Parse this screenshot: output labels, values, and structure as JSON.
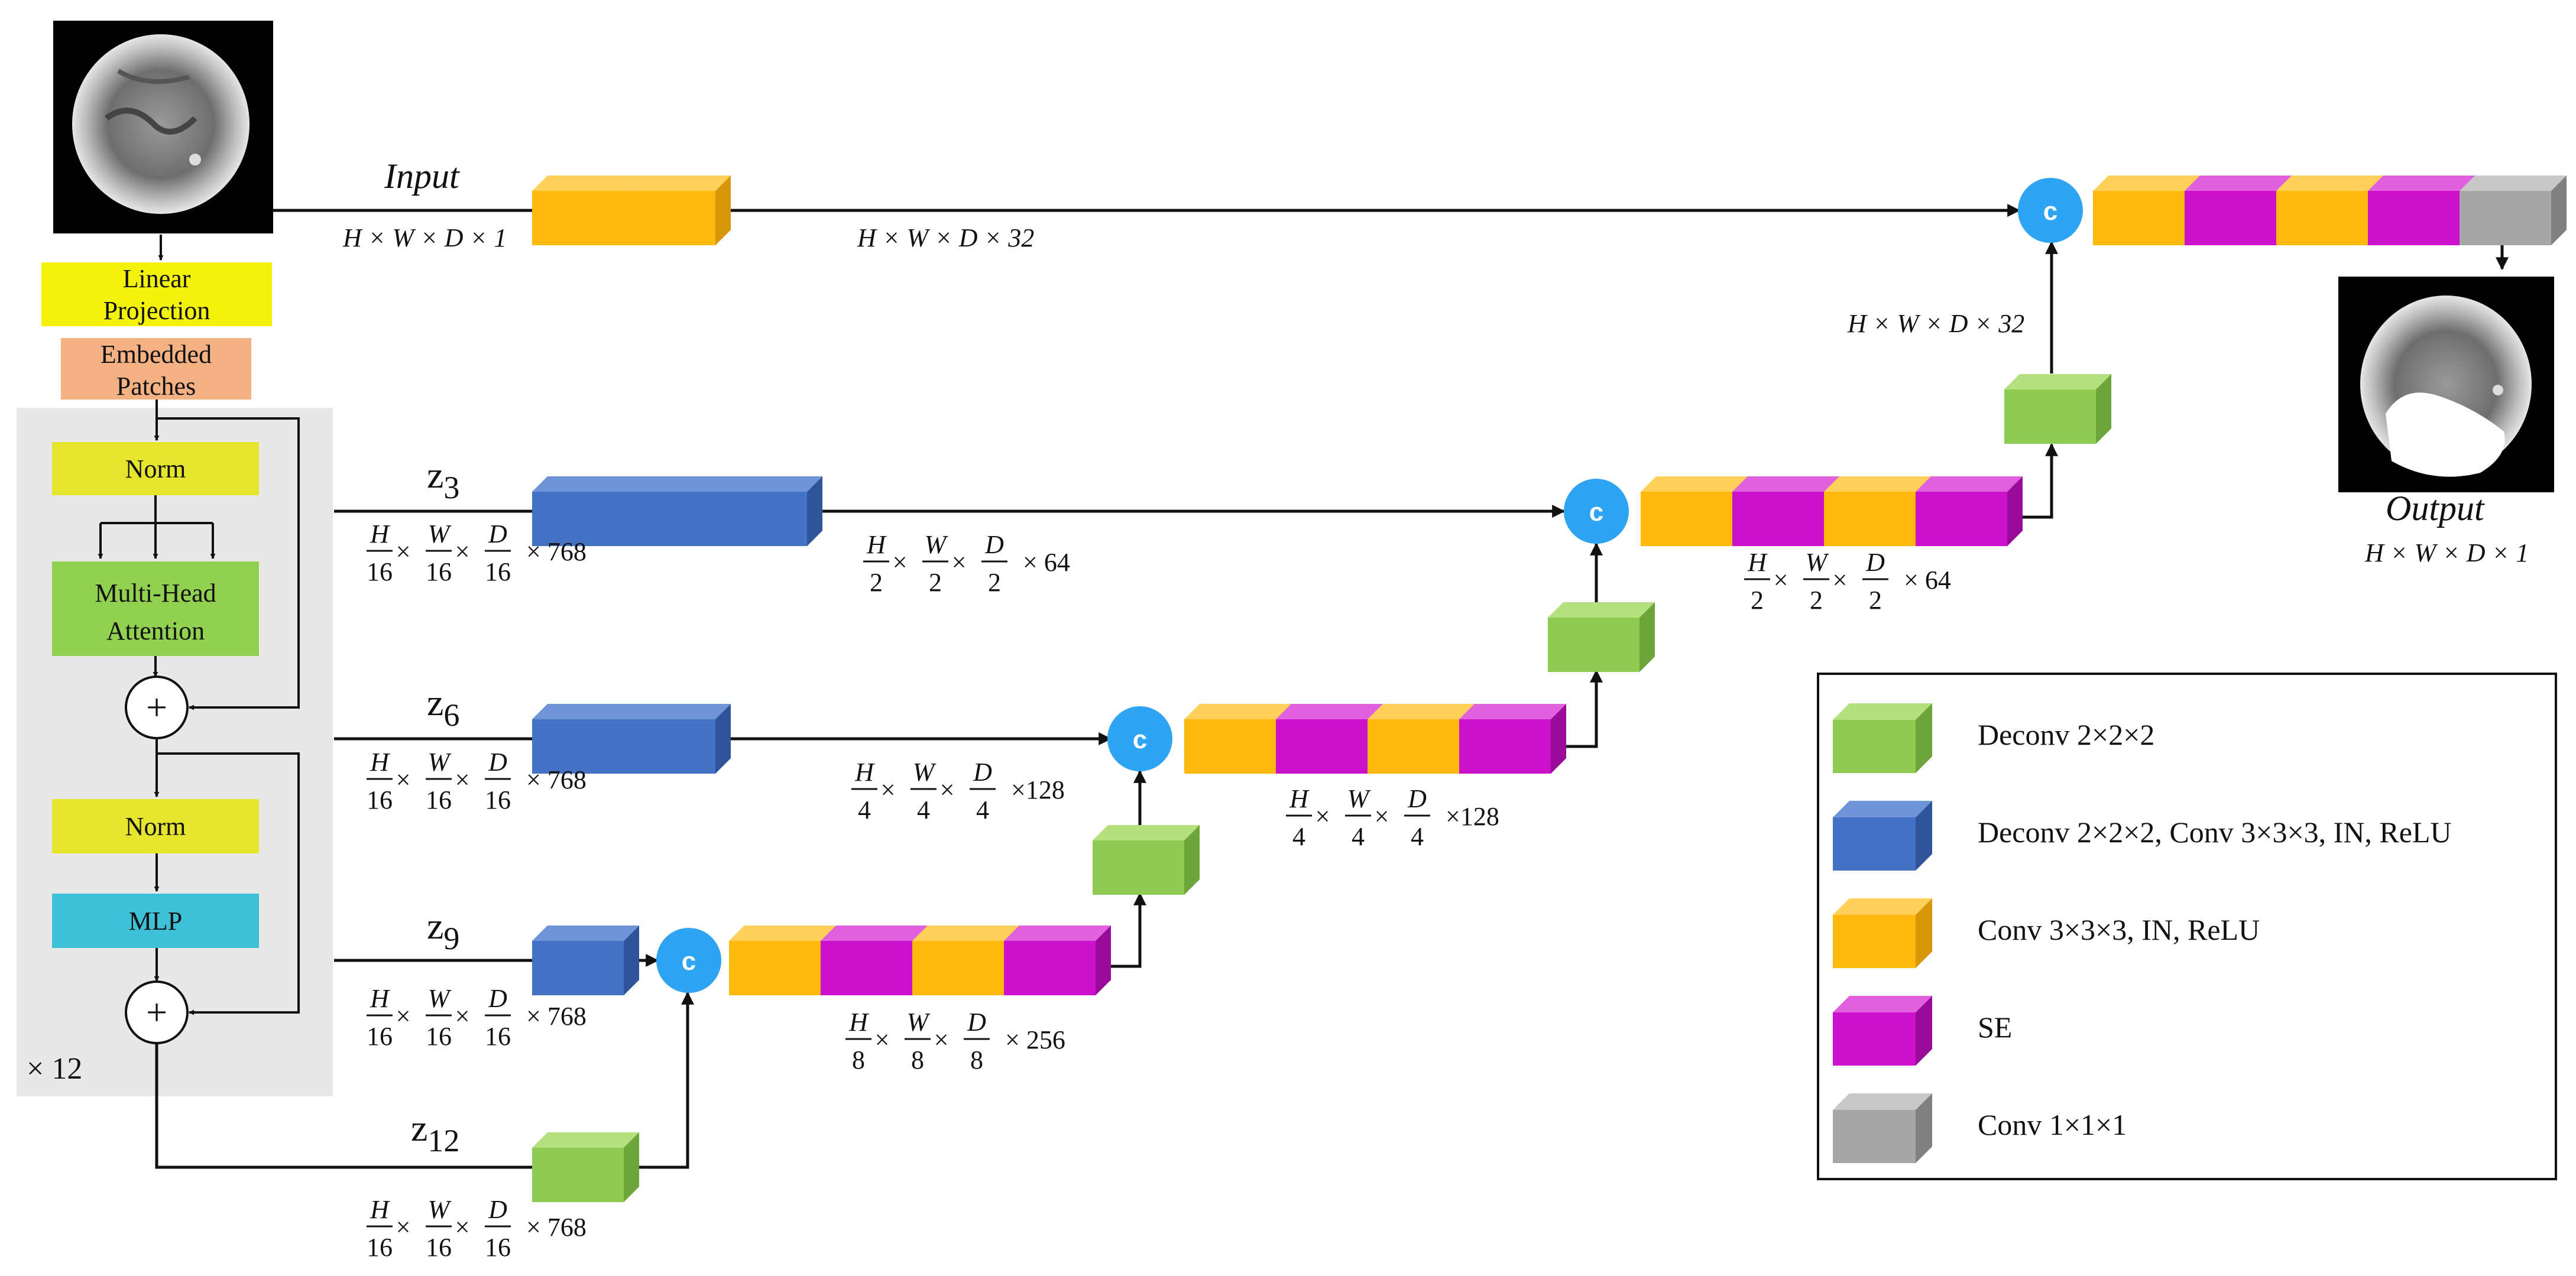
{
  "labels": {
    "input": "Input",
    "output": "Output",
    "input_shape": "H × W × D × 1",
    "output_shape": "H × W × D × 1",
    "skip0_shape": "H × W × D × 32",
    "up0_shape": "H × W × D × 32",
    "concat": "c",
    "repeat": "× 12"
  },
  "transformer": {
    "linear_projection": [
      "Linear",
      "Projection"
    ],
    "embedded_patches": [
      "Embedded",
      "Patches"
    ],
    "norm1": "Norm",
    "mha": [
      "Multi-Head",
      "Attention"
    ],
    "norm2": "Norm",
    "mlp": "MLP",
    "plus": "+"
  },
  "z_labels": [
    {
      "base": "z",
      "sub": "3"
    },
    {
      "base": "z",
      "sub": "6"
    },
    {
      "base": "z",
      "sub": "9"
    },
    {
      "base": "z",
      "sub": "12"
    }
  ],
  "fractions": {
    "z_num": [
      "H",
      "W",
      "D"
    ],
    "z_den": "16",
    "z_ch": "× 768",
    "s1": {
      "den": "2",
      "ch": "× 64"
    },
    "s2": {
      "den": "4",
      "ch": "×128"
    },
    "s3": {
      "den": "8",
      "ch": "× 256"
    },
    "d1": {
      "den": "2",
      "ch": "× 64"
    },
    "d2": {
      "den": "4",
      "ch": "×128"
    }
  },
  "legend": [
    {
      "color": "green",
      "label": "Deconv 2×2×2"
    },
    {
      "color": "blue",
      "label": "Deconv 2×2×2, Conv 3×3×3, IN, ReLU"
    },
    {
      "color": "orange",
      "label": "Conv 3×3×3, IN, ReLU"
    },
    {
      "color": "magenta",
      "label": "SE"
    },
    {
      "color": "gray",
      "label": "Conv 1×1×1"
    }
  ],
  "colors": {
    "green": [
      "#8fcb52",
      "#b4e07e",
      "#6da53a"
    ],
    "blue": [
      "#4472c4",
      "#6f95d8",
      "#2f549c"
    ],
    "orange": [
      "#ffb90f",
      "#ffd05a",
      "#d8960a"
    ],
    "magenta": [
      "#cc11cc",
      "#e060e0",
      "#9a0a9a"
    ],
    "gray": [
      "#a6a6a6",
      "#c8c8c8",
      "#808080"
    ],
    "concat": "#2ea4f2",
    "yellow_box": "#f2f20d",
    "salmon_box": "#f4b183",
    "norm_box": "#e5e52e",
    "mha_box": "#92d050",
    "mlp_box": "#3ec1d6",
    "panel": "#e8e8e8"
  }
}
